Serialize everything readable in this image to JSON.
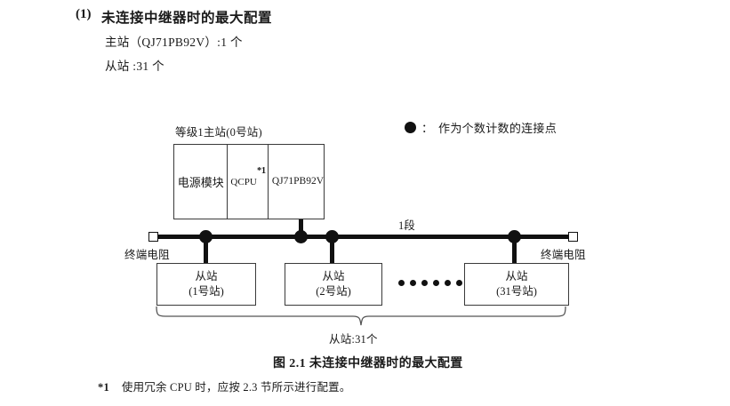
{
  "heading": {
    "number": "(1)",
    "title": "未连接中继器时的最大配置",
    "spec_master": "主站（QJ71PB92V）:1 个",
    "spec_slave": "从站 :31 个"
  },
  "legend": {
    "symbol": "filled-circle",
    "colon": "：",
    "text": "作为个数计数的连接点"
  },
  "diagram": {
    "master": {
      "caption": "等级1主站(0号站)",
      "cells": {
        "power": "电源模块",
        "cpu": "QCPU",
        "cpu_note": "*1",
        "module_line1": "QJ71",
        "module_line2": "PB92V"
      }
    },
    "bus": {
      "segment_label": "1段",
      "terminator_left": "终端电阻",
      "terminator_right": "终端电阻"
    },
    "slaves": [
      {
        "title": "从站",
        "station": "(1号站)"
      },
      {
        "title": "从站",
        "station": "(2号站)"
      },
      {
        "title": "从站",
        "station": "(31号站)"
      }
    ],
    "ellipsis_count": 6,
    "brace_label": "从站:31个"
  },
  "figure": {
    "caption": "图 2.1  未连接中继器时的最大配置"
  },
  "footnote": {
    "mark": "*1",
    "text": "使用冗余 CPU 时，应按 2.3 节所示进行配置。"
  },
  "colors": {
    "ink": "#111111",
    "box_stroke": "#3a3a3a",
    "background": "#ffffff"
  }
}
